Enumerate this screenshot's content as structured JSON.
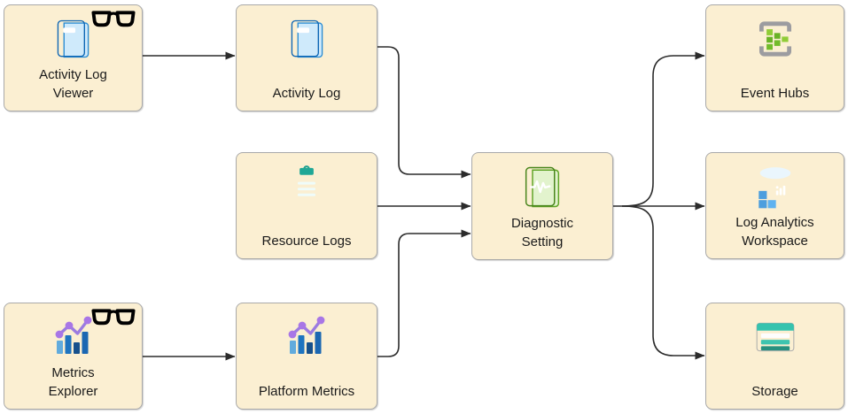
{
  "colors": {
    "node-fill": "#FBEFD2",
    "node-border": "#A9A9A9",
    "connector": "#2B2B2B",
    "text": "#1A1A1A",
    "book-blue": "#2E93E0",
    "book-green": "#6FB332",
    "clipboard-teal": "#35C4B0",
    "event-hubs-green": "#72BC2B",
    "cylinder-blue": "#1B66B5",
    "metrics-purple": "#A876E6",
    "storage-teal": "#35C3AE"
  },
  "nodes": {
    "activity_log_viewer": {
      "label": "Activity Log\nViewer"
    },
    "activity_log": {
      "label": "Activity Log"
    },
    "resource_logs": {
      "label": "Resource Logs"
    },
    "metrics_explorer": {
      "label": "Metrics\nExplorer"
    },
    "platform_metrics": {
      "label": "Platform Metrics"
    },
    "diagnostic_setting": {
      "label": "Diagnostic\nSetting"
    },
    "event_hubs": {
      "label": "Event Hubs"
    },
    "log_analytics_workspace": {
      "label": "Log Analytics\nWorkspace"
    },
    "storage": {
      "label": "Storage"
    }
  },
  "icons": {
    "activity_log_viewer": [
      "blue-book-icon",
      "glasses-icon"
    ],
    "activity_log": [
      "blue-book-icon"
    ],
    "resource_logs": [
      "clipboard-icon"
    ],
    "metrics_explorer": [
      "bar-chart-trend-icon",
      "glasses-icon"
    ],
    "platform_metrics": [
      "bar-chart-trend-icon"
    ],
    "diagnostic_setting": [
      "green-book-pulse-icon"
    ],
    "event_hubs": [
      "event-hubs-icon"
    ],
    "log_analytics_workspace": [
      "log-analytics-cylinder-icon"
    ],
    "storage": [
      "storage-icon"
    ]
  },
  "edges": [
    {
      "from": "activity_log_viewer",
      "to": "activity_log"
    },
    {
      "from": "activity_log",
      "to": "diagnostic_setting"
    },
    {
      "from": "resource_logs",
      "to": "diagnostic_setting"
    },
    {
      "from": "platform_metrics",
      "to": "diagnostic_setting"
    },
    {
      "from": "metrics_explorer",
      "to": "platform_metrics"
    },
    {
      "from": "diagnostic_setting",
      "to": "event_hubs"
    },
    {
      "from": "diagnostic_setting",
      "to": "log_analytics_workspace"
    },
    {
      "from": "diagnostic_setting",
      "to": "storage"
    }
  ]
}
